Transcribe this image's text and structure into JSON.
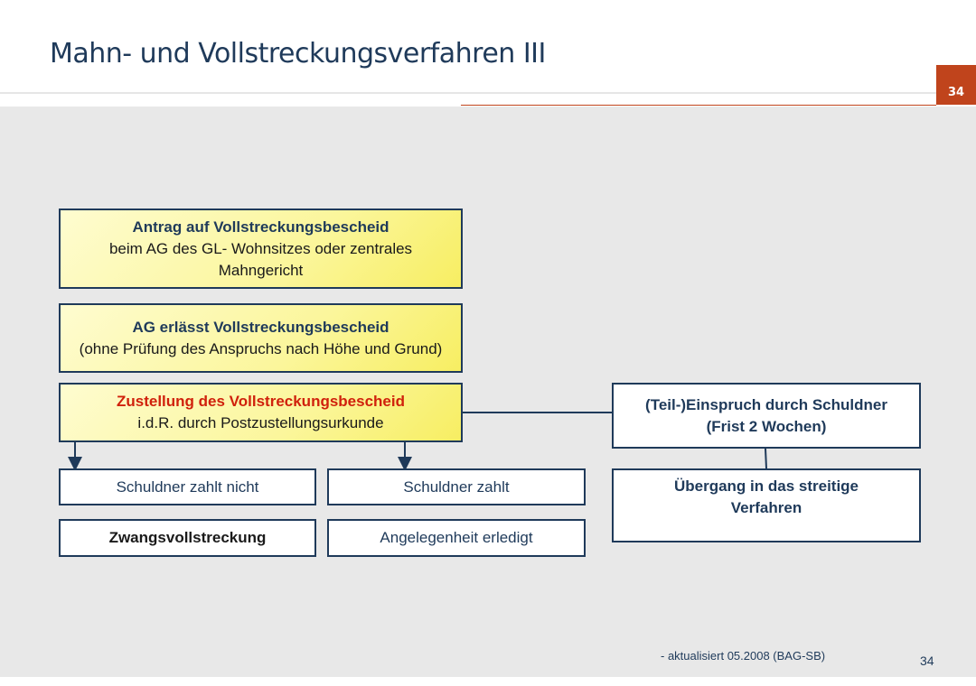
{
  "slide": {
    "title": "Mahn- und Vollstreckungsverfahren III",
    "badge": "34",
    "footer_note": "- aktualisiert 05.2008 (BAG-SB)",
    "page_number": "34"
  },
  "colors": {
    "title": "#1f3a5a",
    "badge": "#c0441c",
    "box_border": "#1f3a5a",
    "highlight_red": "#d0210c",
    "yellow_box": "#fbf69b",
    "background": "#e8e8e8"
  },
  "diagram": {
    "box1": {
      "title": "Antrag auf Vollstreckungsbescheid",
      "text": "beim AG des GL- Wohnsitzes oder zentrales Mahngericht"
    },
    "box2": {
      "title": "AG erlässt Vollstreckungsbescheid",
      "text": "(ohne Prüfung des Anspruchs nach Höhe und Grund)"
    },
    "box3": {
      "title": "Zustellung des Vollstreckungsbescheid",
      "text": "i.d.R. durch Postzustellungsurkunde"
    },
    "box_einspruch": {
      "line1": "(Teil-)Einspruch durch Schuldner",
      "line2": "(Frist 2 Wochen)"
    },
    "box_zahlt_nicht": "Schuldner zahlt nicht",
    "box_zahlt": "Schuldner zahlt",
    "box_uebergang": "Übergang in das streitige Verfahren",
    "box_zwangs": "Zwangsvollstreckung",
    "box_erledigt": "Angelegenheit erledigt"
  }
}
